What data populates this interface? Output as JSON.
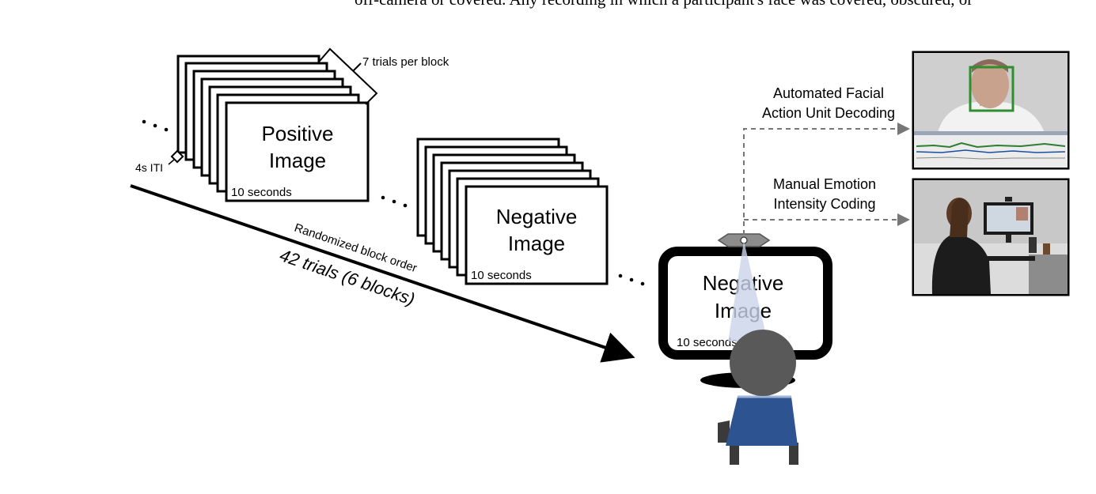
{
  "top_text": "off-camera or covered. Any recording in which a participant's face was covered, obscured, or",
  "block_trials_label": "7 trials per block",
  "iti_label": "4s ITI",
  "positive_title_line1": "Positive",
  "positive_title_line2": "Image",
  "negative_title_line1": "Negative",
  "negative_title_line2": "Image",
  "duration_label": "10 seconds",
  "block_order_label": "Randomized block order",
  "total_trials_label": "42 trials (6 blocks)",
  "monitor_title_line1": "Negative",
  "monitor_title_line2": "Image",
  "monitor_duration": "10 seconds",
  "automated_line1": "Automated Facial",
  "automated_line2": "Action Unit Decoding",
  "manual_line1": "Manual Emotion",
  "manual_line2": "Intensity Coding",
  "colors": {
    "chair": "#2e5391",
    "head": "#595959",
    "camera_cone": "#c9d3e8",
    "face_box": "#2f8f2f"
  }
}
